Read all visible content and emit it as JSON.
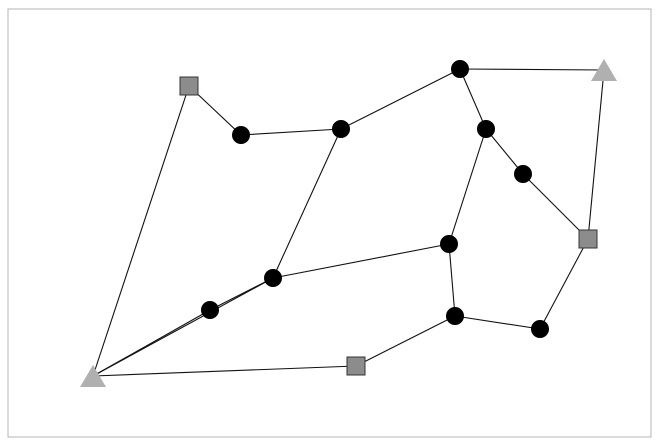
{
  "diagram": {
    "node_types": {
      "circle": {
        "shape": "circle",
        "color": "#000000"
      },
      "square": {
        "shape": "square",
        "color": "#8c8c8c"
      },
      "triangle": {
        "shape": "triangle",
        "color": "#b0b0b0"
      }
    },
    "nodes": [
      {
        "id": "n1",
        "type": "square"
      },
      {
        "id": "n2",
        "type": "circle"
      },
      {
        "id": "n3",
        "type": "circle"
      },
      {
        "id": "n4",
        "type": "circle"
      },
      {
        "id": "n5",
        "type": "triangle"
      },
      {
        "id": "n6",
        "type": "circle"
      },
      {
        "id": "n7",
        "type": "circle"
      },
      {
        "id": "n8",
        "type": "square"
      },
      {
        "id": "n9",
        "type": "circle"
      },
      {
        "id": "n10",
        "type": "circle"
      },
      {
        "id": "n11",
        "type": "circle"
      },
      {
        "id": "n12",
        "type": "circle"
      },
      {
        "id": "n13",
        "type": "circle"
      },
      {
        "id": "n14",
        "type": "triangle"
      },
      {
        "id": "n15",
        "type": "square"
      }
    ],
    "edges": [
      [
        "n1",
        "n2"
      ],
      [
        "n2",
        "n3"
      ],
      [
        "n3",
        "n4"
      ],
      [
        "n4",
        "n5"
      ],
      [
        "n4",
        "n6"
      ],
      [
        "n6",
        "n7"
      ],
      [
        "n7",
        "n8"
      ],
      [
        "n8",
        "n13"
      ],
      [
        "n13",
        "n12"
      ],
      [
        "n12",
        "n11"
      ],
      [
        "n11",
        "n6"
      ],
      [
        "n11",
        "n9"
      ],
      [
        "n9",
        "n14"
      ],
      [
        "n9",
        "n10"
      ],
      [
        "n10",
        "n14"
      ],
      [
        "n14",
        "n1"
      ],
      [
        "n14",
        "n15"
      ],
      [
        "n15",
        "n12"
      ],
      [
        "n3",
        "n9"
      ],
      [
        "n8",
        "n5"
      ]
    ]
  }
}
